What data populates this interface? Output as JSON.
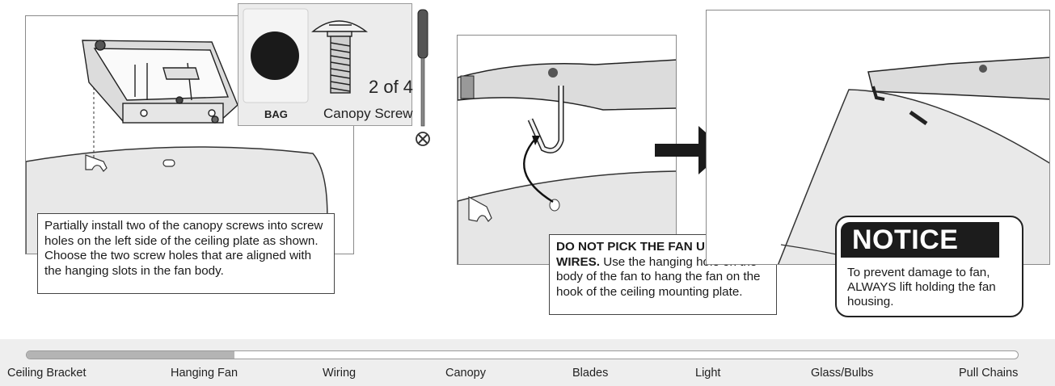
{
  "step1": {
    "parts": {
      "bag_label": "BAG",
      "screw_label": "Canopy Screw",
      "quantity": "2 of 4"
    },
    "instruction": "Partially install two of the canopy screws into screw holes on the left side of the ceiling plate as shown. Choose the two screw holes that are aligned with the hanging slots in the fan body."
  },
  "step2": {
    "warning_bold": "DO NOT PICK THE FAN UP BY THE WIRES.",
    "warning_rest": " Use the hanging hole on the body of the fan to hang the fan on the hook of the ceiling mounting plate."
  },
  "notice": {
    "title": "NOTICE",
    "text": "To prevent damage to fan, ALWAYS lift holding the fan housing."
  },
  "progress": {
    "fraction": 0.21,
    "steps": [
      "Ceiling Bracket",
      "Hanging Fan",
      "Wiring",
      "Canopy",
      "Blades",
      "Light",
      "Glass/Bulbs",
      "Pull Chains"
    ]
  },
  "icons": {
    "screwdriver": "screwdriver-icon",
    "not_used": "not-used-icon",
    "arrow": "arrow-right-icon"
  }
}
